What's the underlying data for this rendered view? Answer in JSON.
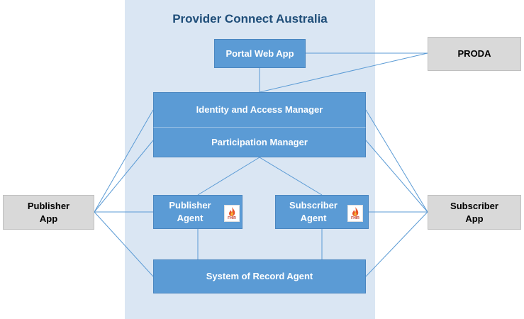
{
  "diagram": {
    "title": "Provider Connect Australia",
    "nodes": {
      "portal_web_app": "Portal Web App",
      "proda": "PRODA",
      "identity_access_manager": "Identity and Access Manager",
      "participation_manager": "Participation Manager",
      "publisher_app_line1": "Publisher",
      "publisher_app_line2": "App",
      "subscriber_app_line1": "Subscriber",
      "subscriber_app_line2": "App",
      "publisher_agent_line1": "Publisher",
      "publisher_agent_line2": "Agent",
      "subscriber_agent_line1": "Subscriber",
      "subscriber_agent_line2": "Agent",
      "system_of_record_agent": "System of Record Agent"
    },
    "badge_text": "FHIR",
    "badge_icon": "fhir-flame-icon",
    "colors": {
      "container": "#dae6f3",
      "box": "#5b9bd5",
      "external": "#d9d9d9",
      "line": "#5b9bd5",
      "title": "#1f4e79"
    }
  }
}
